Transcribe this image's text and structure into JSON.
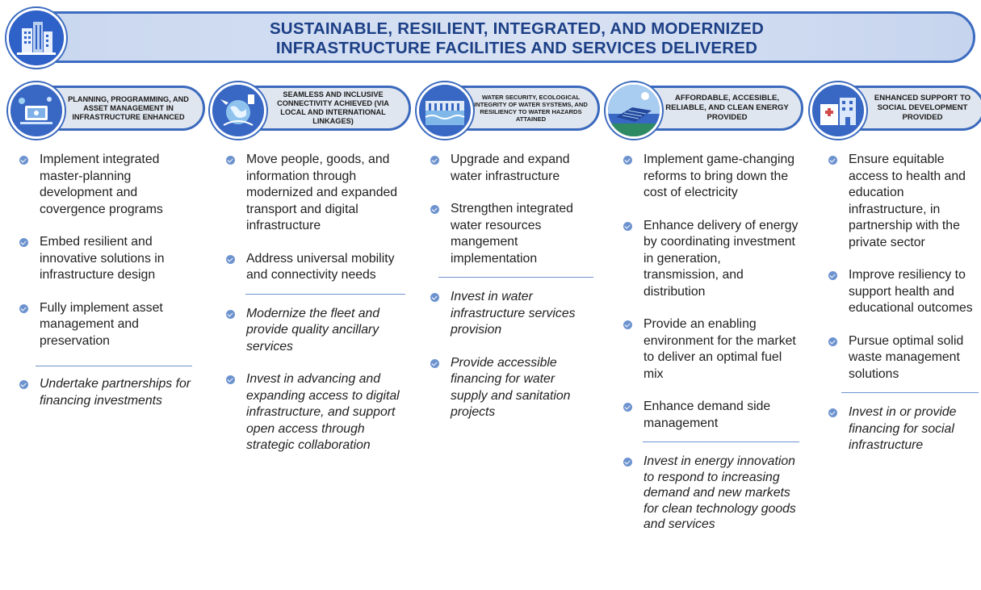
{
  "banner": {
    "title_line1": "SUSTAINABLE, RESILIENT, INTEGRATED, AND MODERNIZED",
    "title_line2": "INFRASTRUCTURE FACILITIES AND SERVICES DELIVERED",
    "icon": "city-buildings-icon"
  },
  "colors": {
    "accent": "#3a69bd",
    "title": "#1c3f86",
    "bullet": "#6d93cf",
    "pill_bg": "#e0e6ef"
  },
  "pillars": [
    {
      "title": "PLANNING, PROGRAMMING, AND ASSET MANAGEMENT IN INFRASTRUCTURE ENHANCED",
      "icon": "planning-tablet-icon",
      "items": [
        {
          "text": "Implement integrated master-planning development and covergence programs",
          "italic": false
        },
        {
          "text": "Embed resilient and innovative solutions in infrastructure design",
          "italic": false
        },
        {
          "text": "Fully implement asset management and preservation",
          "italic": false
        },
        {
          "text": "Undertake partnerships for financing investments",
          "italic": true
        }
      ]
    },
    {
      "title": "SEAMLESS AND INCLUSIVE CONNECTIVITY ACHIEVED (VIA LOCAL AND INTERNATIONAL LINKAGES)",
      "icon": "globe-connectivity-icon",
      "items": [
        {
          "text": "Move people, goods, and information through modernized and expanded transport and digital infrastructure",
          "italic": false
        },
        {
          "text": "Address universal mobility and connectivity needs",
          "italic": false
        },
        {
          "text": "Modernize the fleet and provide quality ancillary services",
          "italic": true
        },
        {
          "text": "Invest in advancing and expanding access to digital infrastructure, and support open access through strategic collaboration",
          "italic": true
        }
      ]
    },
    {
      "title": "WATER SECURITY, ECOLOGICAL INTEGRITY OF WATER SYSTEMS, AND RESILIENCY TO WATER HAZARDS ATTAINED",
      "icon": "dam-water-icon",
      "items": [
        {
          "text": "Upgrade and expand water infrastructure",
          "italic": false
        },
        {
          "text": "Strengthen integrated water resources mangement implementation",
          "italic": false
        },
        {
          "text": "Invest in water infrastructure services provision",
          "italic": true
        },
        {
          "text": "Provide accessible financing for water supply and sanitation projects",
          "italic": true
        }
      ]
    },
    {
      "title": "AFFORDABLE, ACCESIBLE, RELIABLE, AND CLEAN ENERGY PROVIDED",
      "icon": "solar-panel-icon",
      "items": [
        {
          "text": "Implement game-changing reforms to bring down the cost of electricity",
          "italic": false
        },
        {
          "text": "Enhance delivery of energy by coordinating investment in generation, transmission, and distribution",
          "italic": false
        },
        {
          "text": "Provide an enabling environment for the market to deliver an optimal fuel mix",
          "italic": false
        },
        {
          "text": "Enhance demand side management",
          "italic": false
        },
        {
          "text": "Invest in energy innovation to respond to increasing demand and new markets for clean technology goods and services",
          "italic": true
        }
      ]
    },
    {
      "title": "ENHANCED SUPPORT TO SOCIAL DEVELOPMENT PROVIDED",
      "icon": "hospital-school-icon",
      "items": [
        {
          "text": "Ensure equitable access to health and education infrastructure, in partnership with the private sector",
          "italic": false
        },
        {
          "text": "Improve resiliency to support health and educational outcomes",
          "italic": false
        },
        {
          "text": "Pursue optimal solid waste management solutions",
          "italic": false
        },
        {
          "text": "Invest in or provide financing for social infrastructure",
          "italic": true
        }
      ]
    }
  ]
}
